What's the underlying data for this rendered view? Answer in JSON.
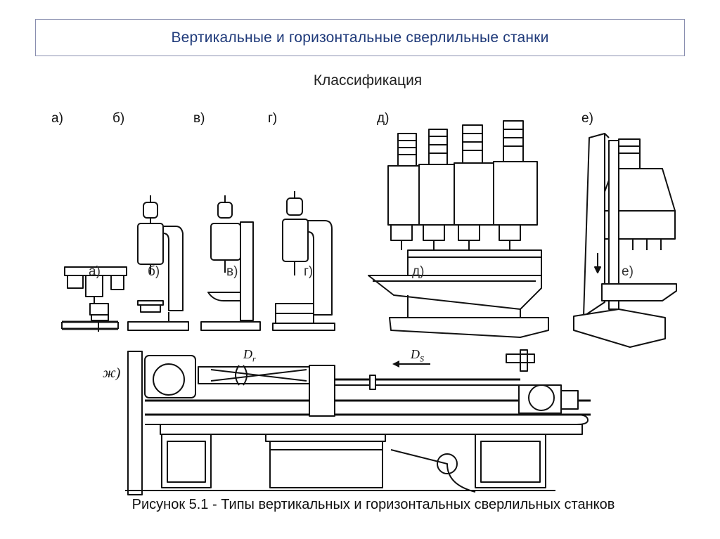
{
  "slide": {
    "title": "Вертикальные и горизонтальные сверлильные станки",
    "subtitle": "Классификация",
    "caption": "Рисунок 5.1 - Типы вертикальных и горизонтальных сверлильных станков"
  },
  "top_labels": [
    "а)",
    "б)",
    "в)",
    "г)",
    "д)",
    "е)"
  ],
  "inner_labels": [
    "а)",
    "б)",
    "в)",
    "г)",
    "д)",
    "е)"
  ],
  "machine_zh": {
    "label": "ж)",
    "dr_label": "D",
    "dr_sub": "r",
    "ds_label": "D",
    "ds_sub": "S"
  }
}
